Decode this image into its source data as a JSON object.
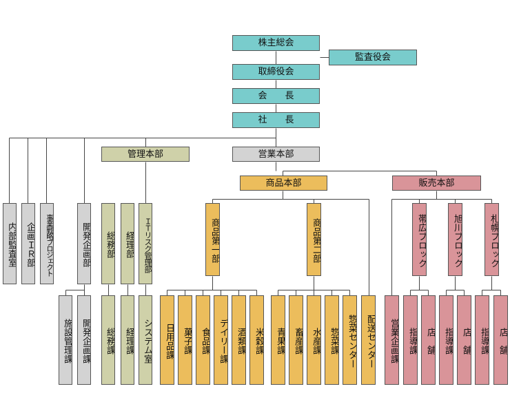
{
  "nodes": [
    {
      "id": "kabunushi",
      "label": "株主総会",
      "color": "teal",
      "orient": "h"
    },
    {
      "id": "kansayaku",
      "label": "監査役会",
      "color": "teal",
      "orient": "h"
    },
    {
      "id": "torishimari",
      "label": "取締役会",
      "color": "teal",
      "orient": "h"
    },
    {
      "id": "kaicho",
      "label": "会　　長",
      "color": "teal",
      "orient": "h"
    },
    {
      "id": "shacho",
      "label": "社　　長",
      "color": "teal",
      "orient": "h"
    },
    {
      "id": "kanri-honbu",
      "label": "管理本部",
      "color": "olive",
      "orient": "h"
    },
    {
      "id": "eigyo-honbu",
      "label": "営業本部",
      "color": "grey",
      "orient": "h"
    },
    {
      "id": "shohin-honbu",
      "label": "商品本部",
      "color": "orange",
      "orient": "h"
    },
    {
      "id": "hanbai-honbu",
      "label": "販売本部",
      "color": "pink",
      "orient": "h"
    },
    {
      "id": "naibu-kansa",
      "label": "内部監査室",
      "color": "grey",
      "orient": "v"
    },
    {
      "id": "kikaku-ir",
      "label": "企画ＩＲ部",
      "color": "grey",
      "orient": "v"
    },
    {
      "id": "jigyo-senryaku",
      "label": "事業戦略プロジェクト",
      "color": "grey",
      "orient": "v",
      "size": "xs"
    },
    {
      "id": "kaihatsu-kikaku-bu",
      "label": "開発企画部",
      "color": "grey",
      "orient": "v"
    },
    {
      "id": "shisetsu-kanri",
      "label": "施設管理課",
      "color": "grey",
      "orient": "v"
    },
    {
      "id": "kaihatsu-kikaku-ka",
      "label": "開発企画課",
      "color": "grey",
      "orient": "v"
    },
    {
      "id": "somu-bu",
      "label": "総務部",
      "color": "olive",
      "orient": "v"
    },
    {
      "id": "keiri-bu",
      "label": "経理部",
      "color": "olive",
      "orient": "v"
    },
    {
      "id": "it-risk",
      "label": "ＩＴリスク管理部",
      "color": "olive",
      "orient": "v"
    },
    {
      "id": "somu-ka",
      "label": "総務課",
      "color": "olive",
      "orient": "v"
    },
    {
      "id": "keiri-ka",
      "label": "経理課",
      "color": "olive",
      "orient": "v"
    },
    {
      "id": "system-shitsu",
      "label": "システム室",
      "color": "olive",
      "orient": "v"
    },
    {
      "id": "shohin-1",
      "label": "商品第一部",
      "color": "orange",
      "orient": "v"
    },
    {
      "id": "shohin-2",
      "label": "商品第二部",
      "color": "orange",
      "orient": "v"
    },
    {
      "id": "nichiyohin",
      "label": "日用品課",
      "color": "orange",
      "orient": "v"
    },
    {
      "id": "kashi",
      "label": "菓子課",
      "color": "orange",
      "orient": "v"
    },
    {
      "id": "shokuhin",
      "label": "食品課",
      "color": "orange",
      "orient": "v"
    },
    {
      "id": "daily",
      "label": "デイリー課",
      "color": "orange",
      "orient": "v"
    },
    {
      "id": "sake",
      "label": "酒類課",
      "color": "orange",
      "orient": "v"
    },
    {
      "id": "beikoku",
      "label": "米穀課",
      "color": "orange",
      "orient": "v"
    },
    {
      "id": "seika",
      "label": "青果課",
      "color": "orange",
      "orient": "v"
    },
    {
      "id": "chikusan",
      "label": "畜産課",
      "color": "orange",
      "orient": "v"
    },
    {
      "id": "suisan",
      "label": "水産課",
      "color": "orange",
      "orient": "v"
    },
    {
      "id": "sozai",
      "label": "惣菜課",
      "color": "orange",
      "orient": "v"
    },
    {
      "id": "sozai-center",
      "label": "惣菜センター",
      "color": "orange",
      "orient": "v"
    },
    {
      "id": "haiso-center",
      "label": "配送センター",
      "color": "orange",
      "orient": "v"
    },
    {
      "id": "eigyo-kikaku",
      "label": "営業企画課",
      "color": "pink",
      "orient": "v"
    },
    {
      "id": "obihiro",
      "label": "帯広ブロック",
      "color": "pink",
      "orient": "v"
    },
    {
      "id": "asahikawa",
      "label": "旭川ブロック",
      "color": "pink",
      "orient": "v"
    },
    {
      "id": "sapporo",
      "label": "札幌ブロック",
      "color": "pink",
      "orient": "v"
    },
    {
      "id": "shido-1",
      "label": "指導課",
      "color": "pink",
      "orient": "v"
    },
    {
      "id": "tenpo-1",
      "label": "店　舗",
      "color": "pink",
      "orient": "v"
    },
    {
      "id": "shido-2",
      "label": "指導課",
      "color": "pink",
      "orient": "v"
    },
    {
      "id": "tenpo-2",
      "label": "店　舗",
      "color": "pink",
      "orient": "v"
    },
    {
      "id": "shido-3",
      "label": "指導課",
      "color": "pink",
      "orient": "v"
    },
    {
      "id": "tenpo-3",
      "label": "店　舗",
      "color": "pink",
      "orient": "v"
    }
  ],
  "colors": {
    "teal": "#79cccc",
    "grey": "#d3d3d3",
    "olive": "#cfd1a9",
    "orange": "#ecbd5c",
    "pink": "#d99499",
    "line": "#444444"
  }
}
